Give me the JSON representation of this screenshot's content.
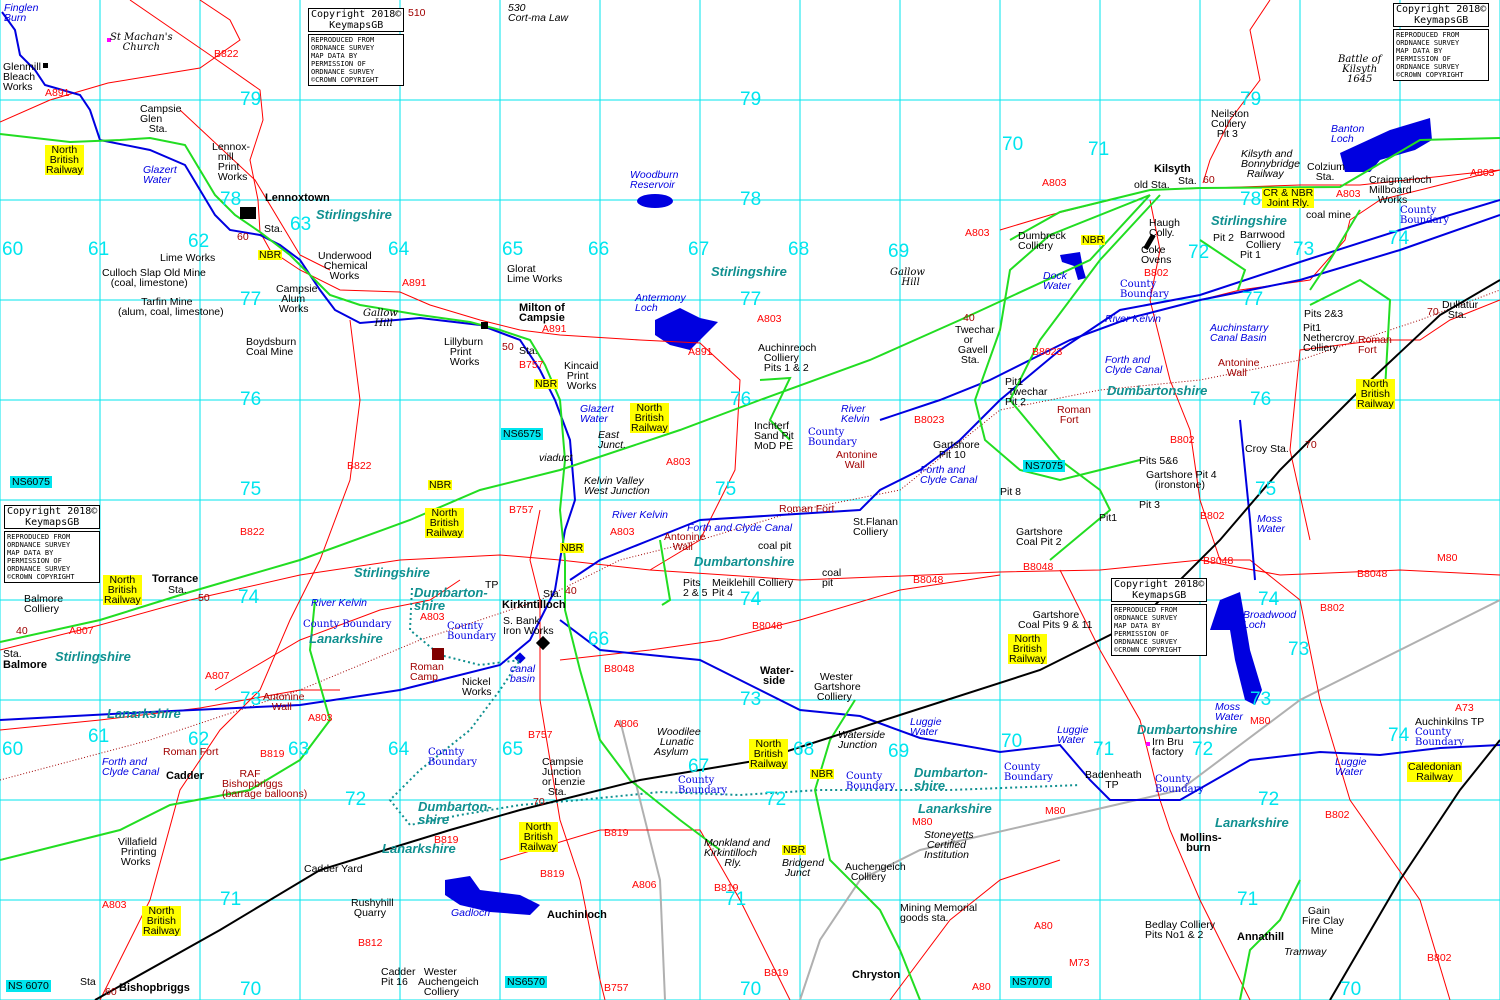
{
  "copyright": {
    "title": "Copyright 2018©\nKeymapsGB",
    "notice": "REPRODUCED FROM\nORDNANCE SURVEY\nMAP DATA BY\nPERMISSION OF\nORDNANCE SURVEY\n©CROWN COPYRIGHT"
  },
  "colors": {
    "grid": "#00e5ee",
    "railway": "#22dd22",
    "mainline": "#000000",
    "river": "#0000e0",
    "road": "#ff0000",
    "motorway": "#b0b0b0",
    "wall": "#a00000",
    "county": "#109090",
    "rail_label": "#ffff00"
  },
  "labels": [
    {
      "t": "Finglen\nBurn",
      "k": "water"
    },
    {
      "t": "Glazert\nWater",
      "k": "water"
    },
    {
      "t": "Woodburn\nReservoir",
      "k": "water"
    },
    {
      "t": "Antermony\nLoch",
      "k": "water"
    },
    {
      "t": "Glazert\nWater",
      "k": "water"
    },
    {
      "t": "River Kelvin",
      "k": "water"
    },
    {
      "t": "Forth and Clyde Canal",
      "k": "water"
    },
    {
      "t": "River Kelvin",
      "k": "water"
    },
    {
      "t": "canal\nbasin",
      "k": "water"
    },
    {
      "t": "Forth and\nClyde Canal",
      "k": "water"
    },
    {
      "t": "Gadloch",
      "k": "water"
    },
    {
      "t": "River\nKelvin",
      "k": "water"
    },
    {
      "t": "Forth and\nClyde Canal",
      "k": "water"
    },
    {
      "t": "Forth and\nClyde Canal",
      "k": "water"
    },
    {
      "t": "River Kelvin",
      "k": "water"
    },
    {
      "t": "Dock\nWater",
      "k": "water"
    },
    {
      "t": "Banton\nLoch",
      "k": "water"
    },
    {
      "t": "Auchinstarry\nCanal Basin",
      "k": "water"
    },
    {
      "t": "Moss\nWater",
      "k": "water"
    },
    {
      "t": "Broadwood\nLoch",
      "k": "water"
    },
    {
      "t": "Moss\nWater",
      "k": "water"
    },
    {
      "t": "Luggie\nWater",
      "k": "water"
    },
    {
      "t": "Luggie\nWater",
      "k": "water"
    },
    {
      "t": "Luggie\nWater",
      "k": "water"
    },
    {
      "t": "County\nBoundary",
      "k": "boundary"
    },
    {
      "t": "County\nBoundary",
      "k": "boundary"
    },
    {
      "t": "County\nBoundary",
      "k": "boundary"
    },
    {
      "t": "County Boundary",
      "k": "boundary"
    },
    {
      "t": "County\nBoundary",
      "k": "boundary"
    },
    {
      "t": "County\nBoundary",
      "k": "boundary"
    },
    {
      "t": "County\nBoundary",
      "k": "boundary"
    },
    {
      "t": "County\nBoundary",
      "k": "boundary"
    },
    {
      "t": "County\nBoundary",
      "k": "boundary"
    },
    {
      "t": "County\nBoundary",
      "k": "boundary"
    },
    {
      "t": "County\nBoundary",
      "k": "boundary"
    },
    {
      "t": "Stirlingshire",
      "k": "county"
    },
    {
      "t": "Stirlingshire",
      "k": "county"
    },
    {
      "t": "Stirlingshire",
      "k": "county"
    },
    {
      "t": "Stirlingshire",
      "k": "county"
    },
    {
      "t": "Stirlingshire",
      "k": "county"
    },
    {
      "t": "Lanarkshire",
      "k": "county"
    },
    {
      "t": "Lanarkshire",
      "k": "county"
    },
    {
      "t": "Lanarkshire",
      "k": "county"
    },
    {
      "t": "Lanarkshire",
      "k": "county"
    },
    {
      "t": "Lanarkshire",
      "k": "county"
    },
    {
      "t": "Dumbartonshire",
      "k": "county"
    },
    {
      "t": "Dumbartonshire",
      "k": "county"
    },
    {
      "t": "Dumbartonshire",
      "k": "county"
    },
    {
      "t": "Dumbarton-\nshire",
      "k": "county"
    },
    {
      "t": "Dumbarton-\nshire",
      "k": "county"
    },
    {
      "t": "Dumbarton-\nshire",
      "k": "county"
    },
    {
      "t": "B822",
      "k": "road"
    },
    {
      "t": "A891",
      "k": "road"
    },
    {
      "t": "A891",
      "k": "road"
    },
    {
      "t": "A891",
      "k": "road"
    },
    {
      "t": "A891",
      "k": "road"
    },
    {
      "t": "B822",
      "k": "road"
    },
    {
      "t": "B822",
      "k": "road"
    },
    {
      "t": "B757",
      "k": "road"
    },
    {
      "t": "B757",
      "k": "road"
    },
    {
      "t": "A803",
      "k": "road"
    },
    {
      "t": "A803",
      "k": "road"
    },
    {
      "t": "A803",
      "k": "road"
    },
    {
      "t": "A803",
      "k": "road"
    },
    {
      "t": "B8023",
      "k": "road"
    },
    {
      "t": "B8023",
      "k": "road"
    },
    {
      "t": "B802",
      "k": "road"
    },
    {
      "t": "B802",
      "k": "road"
    },
    {
      "t": "B802",
      "k": "road"
    },
    {
      "t": "B8048",
      "k": "road"
    },
    {
      "t": "B8048",
      "k": "road"
    },
    {
      "t": "B8048",
      "k": "road"
    },
    {
      "t": "B8048",
      "k": "road"
    },
    {
      "t": "B8048",
      "k": "road"
    },
    {
      "t": "B8048",
      "k": "road"
    },
    {
      "t": "A807",
      "k": "road"
    },
    {
      "t": "A807",
      "k": "road"
    },
    {
      "t": "A803",
      "k": "road"
    },
    {
      "t": "A803",
      "k": "road"
    },
    {
      "t": "A803",
      "k": "road"
    },
    {
      "t": "B819",
      "k": "road"
    },
    {
      "t": "B819",
      "k": "road"
    },
    {
      "t": "B819",
      "k": "road"
    },
    {
      "t": "B819",
      "k": "road"
    },
    {
      "t": "B819",
      "k": "road"
    },
    {
      "t": "B819",
      "k": "road"
    },
    {
      "t": "B812",
      "k": "road"
    },
    {
      "t": "B757",
      "k": "road"
    },
    {
      "t": "B757",
      "k": "road"
    },
    {
      "t": "A806",
      "k": "road"
    },
    {
      "t": "A806",
      "k": "road"
    },
    {
      "t": "M80",
      "k": "road"
    },
    {
      "t": "M80",
      "k": "road"
    },
    {
      "t": "M80",
      "k": "road"
    },
    {
      "t": "M80",
      "k": "road"
    },
    {
      "t": "A73",
      "k": "road"
    },
    {
      "t": "B802",
      "k": "road"
    },
    {
      "t": "B802",
      "k": "road"
    },
    {
      "t": "B802",
      "k": "road"
    },
    {
      "t": "A80",
      "k": "road"
    },
    {
      "t": "A80",
      "k": "road"
    },
    {
      "t": "M73",
      "k": "road"
    },
    {
      "t": "A803",
      "k": "road"
    },
    {
      "t": "A803",
      "k": "road"
    },
    {
      "t": "A803",
      "k": "road"
    },
    {
      "t": "510",
      "k": "num"
    },
    {
      "t": "60",
      "k": "num"
    },
    {
      "t": "50",
      "k": "num"
    },
    {
      "t": "40",
      "k": "num"
    },
    {
      "t": "50",
      "k": "num"
    },
    {
      "t": "40",
      "k": "num"
    },
    {
      "t": "60",
      "k": "num"
    },
    {
      "t": "70",
      "k": "num"
    },
    {
      "t": "40",
      "k": "num"
    },
    {
      "t": "70",
      "k": "num"
    },
    {
      "t": "60",
      "k": "num"
    },
    {
      "t": "70",
      "k": "num"
    },
    {
      "t": "79",
      "k": "grid"
    },
    {
      "t": "79",
      "k": "grid"
    },
    {
      "t": "79",
      "k": "grid"
    },
    {
      "t": "78",
      "k": "grid"
    },
    {
      "t": "78",
      "k": "grid"
    },
    {
      "t": "78",
      "k": "grid"
    },
    {
      "t": "77",
      "k": "grid"
    },
    {
      "t": "77",
      "k": "grid"
    },
    {
      "t": "77",
      "k": "grid"
    },
    {
      "t": "76",
      "k": "grid"
    },
    {
      "t": "76",
      "k": "grid"
    },
    {
      "t": "76",
      "k": "grid"
    },
    {
      "t": "75",
      "k": "grid"
    },
    {
      "t": "75",
      "k": "grid"
    },
    {
      "t": "75",
      "k": "grid"
    },
    {
      "t": "74",
      "k": "grid"
    },
    {
      "t": "74",
      "k": "grid"
    },
    {
      "t": "74",
      "k": "grid"
    },
    {
      "t": "73",
      "k": "grid"
    },
    {
      "t": "73",
      "k": "grid"
    },
    {
      "t": "73",
      "k": "grid"
    },
    {
      "t": "72",
      "k": "grid"
    },
    {
      "t": "72",
      "k": "grid"
    },
    {
      "t": "72",
      "k": "grid"
    },
    {
      "t": "71",
      "k": "grid"
    },
    {
      "t": "71",
      "k": "grid"
    },
    {
      "t": "71",
      "k": "grid"
    },
    {
      "t": "70",
      "k": "grid"
    },
    {
      "t": "70",
      "k": "grid"
    },
    {
      "t": "70",
      "k": "grid"
    },
    {
      "t": "60",
      "k": "grid"
    },
    {
      "t": "61",
      "k": "grid"
    },
    {
      "t": "62",
      "k": "grid"
    },
    {
      "t": "63",
      "k": "grid"
    },
    {
      "t": "64",
      "k": "grid"
    },
    {
      "t": "65",
      "k": "grid"
    },
    {
      "t": "66",
      "k": "grid"
    },
    {
      "t": "67",
      "k": "grid"
    },
    {
      "t": "68",
      "k": "grid"
    },
    {
      "t": "69",
      "k": "grid"
    },
    {
      "t": "70",
      "k": "grid"
    },
    {
      "t": "71",
      "k": "grid"
    },
    {
      "t": "72",
      "k": "grid"
    },
    {
      "t": "73",
      "k": "grid"
    },
    {
      "t": "74",
      "k": "grid"
    },
    {
      "t": "60",
      "k": "grid"
    },
    {
      "t": "61",
      "k": "grid"
    },
    {
      "t": "62",
      "k": "grid"
    },
    {
      "t": "63",
      "k": "grid"
    },
    {
      "t": "64",
      "k": "grid"
    },
    {
      "t": "65",
      "k": "grid"
    },
    {
      "t": "66",
      "k": "grid"
    },
    {
      "t": "67",
      "k": "grid"
    },
    {
      "t": "68",
      "k": "grid"
    },
    {
      "t": "69",
      "k": "grid"
    },
    {
      "t": "70",
      "k": "grid"
    },
    {
      "t": "71",
      "k": "grid"
    },
    {
      "t": "72",
      "k": "grid"
    },
    {
      "t": "73",
      "k": "grid"
    },
    {
      "t": "74",
      "k": "grid"
    },
    {
      "t": "St Machan's\nChurch",
      "k": "hist"
    },
    {
      "t": "Glenmill\nBleach\nWorks",
      "k": "place"
    },
    {
      "t": "Campsie\nGlen\n   Sta.",
      "k": "place"
    },
    {
      "t": "Lennox-\n  mill\n  Print\n  Works",
      "k": "place"
    },
    {
      "t": "Lennoxtown",
      "k": "town"
    },
    {
      "t": "Sta.",
      "k": "place"
    },
    {
      "t": "Lime Works",
      "k": "place"
    },
    {
      "t": "Culloch Slap Old Mine\n   (coal, limestone)",
      "k": "place"
    },
    {
      "t": "        Tarfin Mine\n(alum, coal, limestone)",
      "k": "place"
    },
    {
      "t": "Underwood\n  Chemical\n    Works",
      "k": "place"
    },
    {
      "t": "Campsie\n  Alum\n Works",
      "k": "place"
    },
    {
      "t": "Gallow\n  Hill",
      "k": "hist"
    },
    {
      "t": "Boydsburn\nCoal Mine",
      "k": "place"
    },
    {
      "t": "Lillyburn\n  Print\n  Works",
      "k": "place"
    },
    {
      "t": "Milton of\nCampsie",
      "k": "town"
    },
    {
      "t": "Glorat\nLime Works",
      "k": "place"
    },
    {
      "t": "Sta.",
      "k": "place"
    },
    {
      "t": "Kincaid\n Print\n Works",
      "k": "place"
    },
    {
      "t": "Gallow\n  Hill",
      "k": "hist"
    },
    {
      "t": "Auchinreoch\n  Colliery\n  Pits 1 & 2",
      "k": "place"
    },
    {
      "t": "Inchterf\nSand Pit\nMoD PE",
      "k": "place"
    },
    {
      "t": "East\nJunct.",
      "k": "rly"
    },
    {
      "t": "viaduct",
      "k": "rly"
    },
    {
      "t": "Kelvin Valley\nWest Junction",
      "k": "rly"
    },
    {
      "t": "Roman Fort",
      "k": "roman"
    },
    {
      "t": "St.Flanan\nColliery",
      "k": "place"
    },
    {
      "t": "Antonine\n   Wall",
      "k": "roman"
    },
    {
      "t": "Antonine\n   Wall",
      "k": "roman"
    },
    {
      "t": "Antonine\n   Wall",
      "k": "roman"
    },
    {
      "t": "Antonine\n   Wall",
      "k": "roman"
    },
    {
      "t": "coal pit",
      "k": "place"
    },
    {
      "t": "coal\npit",
      "k": "place"
    },
    {
      "t": "Pits\n2 & 5",
      "k": "place"
    },
    {
      "t": "Meiklehill Colliery\nPit 4",
      "k": "place"
    },
    {
      "t": "Water-\n side",
      "k": "town"
    },
    {
      "t": "  Wester\nGartshore\n Colliery",
      "k": "place"
    },
    {
      "t": "Waterside\nJunction",
      "k": "rly"
    },
    {
      "t": " Woodilee\n  Lunatic\nAsylum",
      "k": "rly"
    },
    {
      "t": "Campsie\nJunction\nor Lenzie\n  Sta.",
      "k": "place"
    },
    {
      "t": "Kirkintilloch",
      "k": "town"
    },
    {
      "t": "S. Bank\nIron Works",
      "k": "place"
    },
    {
      "t": "Sta.",
      "k": "place"
    },
    {
      "t": "TP",
      "k": "place"
    },
    {
      "t": "Roman\nCamp",
      "k": "roman"
    },
    {
      "t": "Nickel\nWorks",
      "k": "place"
    },
    {
      "t": "Torrance",
      "k": "town"
    },
    {
      "t": "Sta.",
      "k": "place"
    },
    {
      "t": "Balmore\nColliery",
      "k": "place"
    },
    {
      "t": "Sta.",
      "k": "place"
    },
    {
      "t": "Balmore",
      "k": "town"
    },
    {
      "t": "Cadder",
      "k": "town"
    },
    {
      "t": "Roman Fort",
      "k": "roman"
    },
    {
      "t": "      RAF\nBishopbriggs\n(barrage balloons)",
      "k": "roman"
    },
    {
      "t": "Villafield\n Printing\n Works",
      "k": "place"
    },
    {
      "t": "Cadder Yard",
      "k": "place"
    },
    {
      "t": "Rushyhill\n Quarry",
      "k": "place"
    },
    {
      "t": "Cadder\nPit 16",
      "k": "place"
    },
    {
      "t": "  Wester\nAuchengeich\n  Colliery",
      "k": "place"
    },
    {
      "t": "Auchinloch",
      "k": "town"
    },
    {
      "t": "Sta",
      "k": "place"
    },
    {
      "t": "Bishopbriggs",
      "k": "town"
    },
    {
      "t": "Monkland and\nKirkintilloch\n       Rly.",
      "k": "rly"
    },
    {
      "t": "Bridgend\n Junct",
      "k": "rly"
    },
    {
      "t": "Auchengeich\n  Colliery",
      "k": "place"
    },
    {
      "t": "Mining Memorial\ngoods sta.",
      "k": "place"
    },
    {
      "t": "Chryston",
      "k": "town"
    },
    {
      "t": "Stoneyetts\n Certified\nInstitution",
      "k": "rly"
    },
    {
      "t": "Irn Bru\nfactory",
      "k": "place"
    },
    {
      "t": "Badenheath\n       TP",
      "k": "place"
    },
    {
      "t": "Mollins-\n  burn",
      "k": "town"
    },
    {
      "t": "Bedlay Colliery\nPits No1 & 2",
      "k": "place"
    },
    {
      "t": "Annathill",
      "k": "town"
    },
    {
      "t": "  Gain\nFire Clay\n   Mine",
      "k": "place"
    },
    {
      "t": "Tramway",
      "k": "rly"
    },
    {
      "t": "Auchinkilns TP",
      "k": "place"
    },
    {
      "t": "     Gartshore\nCoal Pits 9 & 11",
      "k": "place"
    },
    {
      "t": "Gartshore\nCoal Pit 2",
      "k": "place"
    },
    {
      "t": "Gartshore\n  Pit 10",
      "k": "place"
    },
    {
      "t": "Pit 8",
      "k": "place"
    },
    {
      "t": "Pit1",
      "k": "place"
    },
    {
      "t": "Pit 3",
      "k": "place"
    },
    {
      "t": "Pits 5&6",
      "k": "place"
    },
    {
      "t": "Gartshore Pit 4\n   (ironstone)",
      "k": "place"
    },
    {
      "t": "Croy Sta.",
      "k": "place"
    },
    {
      "t": "Roman\n Fort",
      "k": "roman"
    },
    {
      "t": "Pit1\n Twechar\nPit 2",
      "k": "place"
    },
    {
      "t": "Twechar\n   or\n Gavell\n  Sta.",
      "k": "place"
    },
    {
      "t": "Dumbreck\nColliery",
      "k": "place"
    },
    {
      "t": "Haugh\nColly.",
      "k": "place"
    },
    {
      "t": "Coke\nOvens",
      "k": "place"
    },
    {
      "t": "Kilsyth",
      "k": "town"
    },
    {
      "t": "Sta.",
      "k": "place"
    },
    {
      "t": "old Sta.",
      "k": "place"
    },
    {
      "t": "Neilston\nColliery\n  Pit 3",
      "k": "place"
    },
    {
      "t": "Kilsyth and\nBonnybridge\n  Railway",
      "k": "rly"
    },
    {
      "t": "Colzium\n   Sta.",
      "k": "place"
    },
    {
      "t": "Craigmarloch\nMillboard\n   Works",
      "k": "place"
    },
    {
      "t": "coal mine",
      "k": "place"
    },
    {
      "t": "Pit 2",
      "k": "place"
    },
    {
      "t": "Barrwood\n  Colliery\nPit 1",
      "k": "place"
    },
    {
      "t": "Battle of\nKilsyth\n1645",
      "k": "hist"
    },
    {
      "t": "Pits 2&3",
      "k": "place"
    },
    {
      "t": "Pit1\nNethercroy\nColliery",
      "k": "place"
    },
    {
      "t": "Roman\nFort",
      "k": "roman"
    },
    {
      "t": "Dullatur\n  Sta.",
      "k": "place"
    },
    {
      "t": "530\nCort-ma Law",
      "k": "rly"
    },
    {
      "t": "North\nBritish\nRailway",
      "k": "rail"
    },
    {
      "t": "North\nBritish\nRailway",
      "k": "rail"
    },
    {
      "t": "North\nBritish\nRailway",
      "k": "rail"
    },
    {
      "t": "North\nBritish\nRailway",
      "k": "rail"
    },
    {
      "t": "North\nBritish\nRailway",
      "k": "rail"
    },
    {
      "t": "North\nBritish\nRailway",
      "k": "rail"
    },
    {
      "t": "North\nBritish\nRailway",
      "k": "rail"
    },
    {
      "t": "North\nBritish\nRailway",
      "k": "rail"
    },
    {
      "t": "North\nBritish\nRailway",
      "k": "rail"
    },
    {
      "t": "NBR",
      "k": "rail"
    },
    {
      "t": "NBR",
      "k": "rail"
    },
    {
      "t": "NBR",
      "k": "rail"
    },
    {
      "t": "NBR",
      "k": "rail"
    },
    {
      "t": "NBR",
      "k": "rail"
    },
    {
      "t": "NBR",
      "k": "rail"
    },
    {
      "t": "NBR",
      "k": "rail"
    },
    {
      "t": "CR & NBR\nJoint Rly.",
      "k": "rail"
    },
    {
      "t": "Caledonian\nRailway",
      "k": "rail"
    },
    {
      "t": "NS6575",
      "k": "ns"
    },
    {
      "t": "NS6075",
      "k": "ns"
    },
    {
      "t": "NS7075",
      "k": "ns"
    },
    {
      "t": "NS 6070",
      "k": "ns"
    },
    {
      "t": "NS6570",
      "k": "ns"
    },
    {
      "t": "NS7070",
      "k": "ns"
    }
  ]
}
